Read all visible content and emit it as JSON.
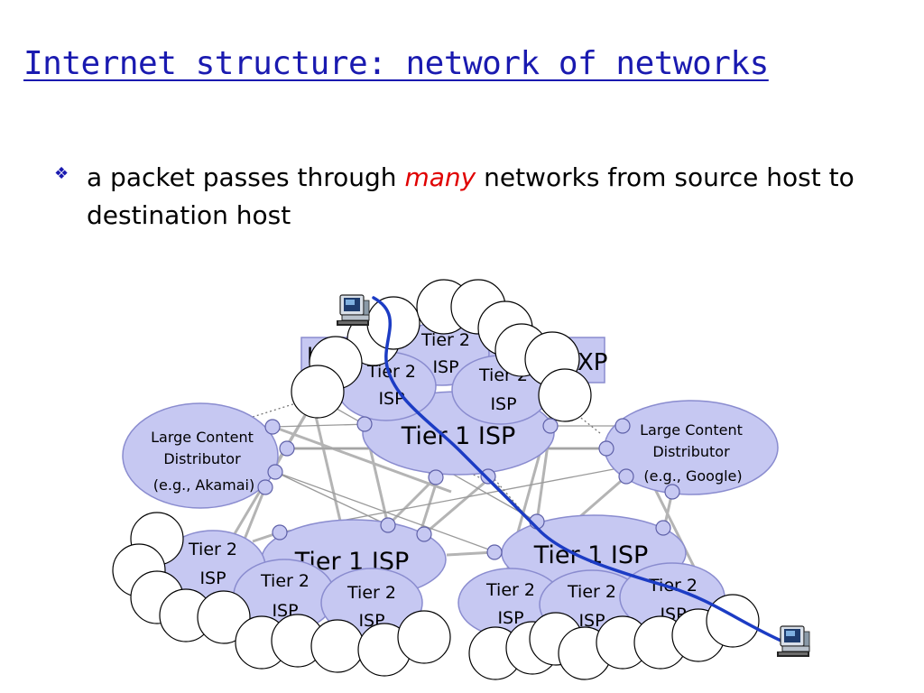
{
  "title": "Internet structure: network of networks",
  "bullet": {
    "before": "a packet passes through ",
    "emphasis": "many",
    "after": " networks from source host to destination host"
  },
  "diagram": {
    "ixp_label_left": "I",
    "ixp_label_right": "XP",
    "tier1_label": "Tier 1 ISP",
    "tier2_label_line1": "Tier 2",
    "tier2_label_line2": "ISP",
    "cdn_left": [
      "Large Content",
      "Distributor",
      "(e.g., Akamai)"
    ],
    "cdn_right": [
      "Large Content",
      "Distributor",
      "(e.g., Google)"
    ]
  },
  "colors": {
    "title": "#1a1ab0",
    "emphasis": "#e00000",
    "isp_fill": "#c6c8f2",
    "isp_stroke": "#8a8ccf",
    "packet_path": "#1c3cc4",
    "link": "#b4b4b4"
  },
  "icons": [
    "host-computer-icon",
    "bullet-diamond-icon"
  ]
}
